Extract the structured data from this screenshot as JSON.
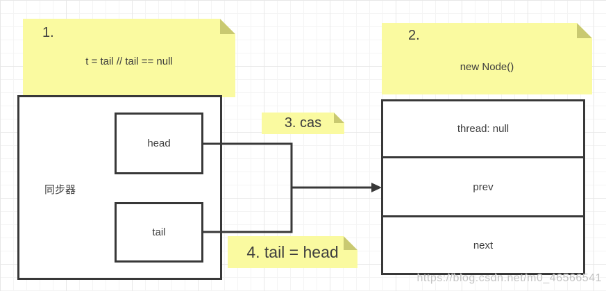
{
  "notes": {
    "step1": {
      "number": "1.",
      "body": "t = tail // tail == null"
    },
    "step2": {
      "number": "2.",
      "body": "new Node()"
    },
    "step3": {
      "label": "3. cas"
    },
    "step4": {
      "label": "4. tail = head"
    }
  },
  "synchronizer": {
    "label": "同步器",
    "head": "head",
    "tail": "tail"
  },
  "node": {
    "thread": "thread: null",
    "prev": "prev",
    "next": "next"
  },
  "watermark": "https://blog.csdn.net/m0_46566541",
  "colors": {
    "note_bg": "#fafaa0",
    "note_fold": "#c9c971",
    "line": "#383838",
    "text": "#3d3d3d",
    "grid_minor": "#f4f4f4",
    "grid_major": "#e7e7e7",
    "watermark": "#c2c2c2"
  }
}
